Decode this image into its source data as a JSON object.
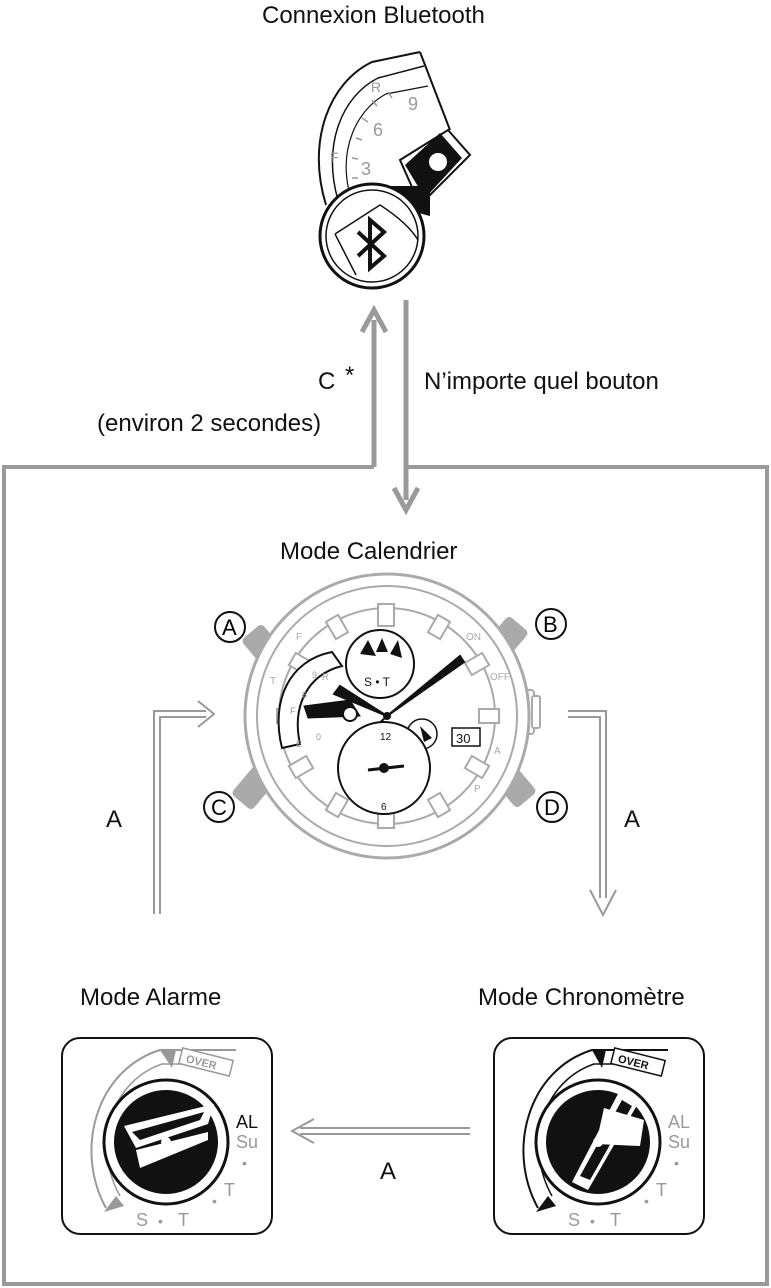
{
  "title_bluetooth": "Connexion Bluetooth",
  "label_c": "C",
  "label_star": "*",
  "label_seconds": "(environ 2 secondes)",
  "label_any_button": "N’importe quel bouton",
  "mode_calendar": "Mode Calendrier",
  "mode_alarm": "Mode Alarme",
  "mode_chrono": "Mode Chronomètre",
  "label_a": "A",
  "buttons": {
    "a": "A",
    "b": "B",
    "c": "C",
    "d": "D"
  },
  "dial_top": {
    "r": "R",
    "n9": "9",
    "n6": "6",
    "f": "F",
    "n3": "3"
  },
  "watch": {
    "st": "S • T",
    "n12": "12",
    "n6": "6",
    "date": "30",
    "fa": "F",
    "aa": "A",
    "on": "ON",
    "off": "OFF"
  },
  "sub": {
    "over": "OVER",
    "al": "AL",
    "su": "Su",
    "t": "T",
    "s": "S",
    "dot": "•"
  },
  "colors": {
    "line": "#111111",
    "gray": "#9a9a9a",
    "arrow": "#999999"
  }
}
